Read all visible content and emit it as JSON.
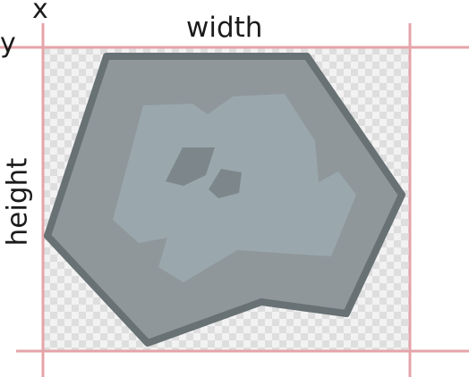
{
  "labels": {
    "x": "x",
    "y": "y",
    "width": "width",
    "height": "height"
  },
  "colors": {
    "guide_line": "#e5a4a9",
    "shape_fill": "#8f979b",
    "shape_outline": "#687174",
    "inner_fill": "#9aa8ae",
    "hole_fill": "#7d878b",
    "checker_light": "#f2f2f2",
    "checker_dark": "#dedede",
    "text": "#1b1b1b"
  }
}
